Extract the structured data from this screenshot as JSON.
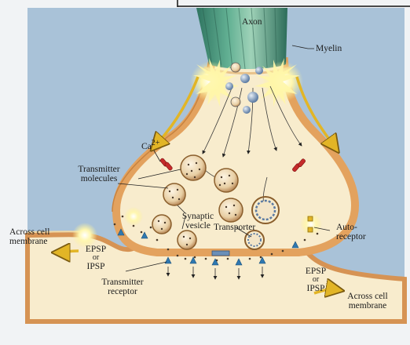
{
  "diagram": {
    "labels": {
      "axon": "Axon",
      "myelin": "Myelin",
      "ca": "Ca",
      "ca_sup": "2+",
      "transmitter_molecules": [
        "Transmitter",
        "molecules"
      ],
      "synaptic_vesicle": [
        "Synaptic",
        "vesicle"
      ],
      "transporter": "Transporter",
      "autoreceptor": [
        "Auto-",
        "receptor"
      ],
      "across_membrane_left": [
        "Across cell",
        "membrane"
      ],
      "across_membrane_right": [
        "Across cell",
        "membrane"
      ],
      "epsp_left": [
        "EPSP",
        "or",
        "IPSP"
      ],
      "epsp_right": [
        "EPSP",
        "or",
        "IPSP"
      ],
      "transmitter_receptor": [
        "Transmitter",
        "receptor"
      ]
    },
    "colors": {
      "background_fluid": "#a9c2d8",
      "cytoplasm": "#f8eccd",
      "membrane": "#e3a25e",
      "myelin": "#3f8d73",
      "ca_channel": "#c52b2b",
      "receptor": "#2f78b0",
      "flash": "#fff29a"
    },
    "icons": [
      "action-potential-flash",
      "calcium-channel",
      "synaptic-vesicle",
      "transporter",
      "autoreceptor",
      "postsynaptic-receptor"
    ]
  }
}
